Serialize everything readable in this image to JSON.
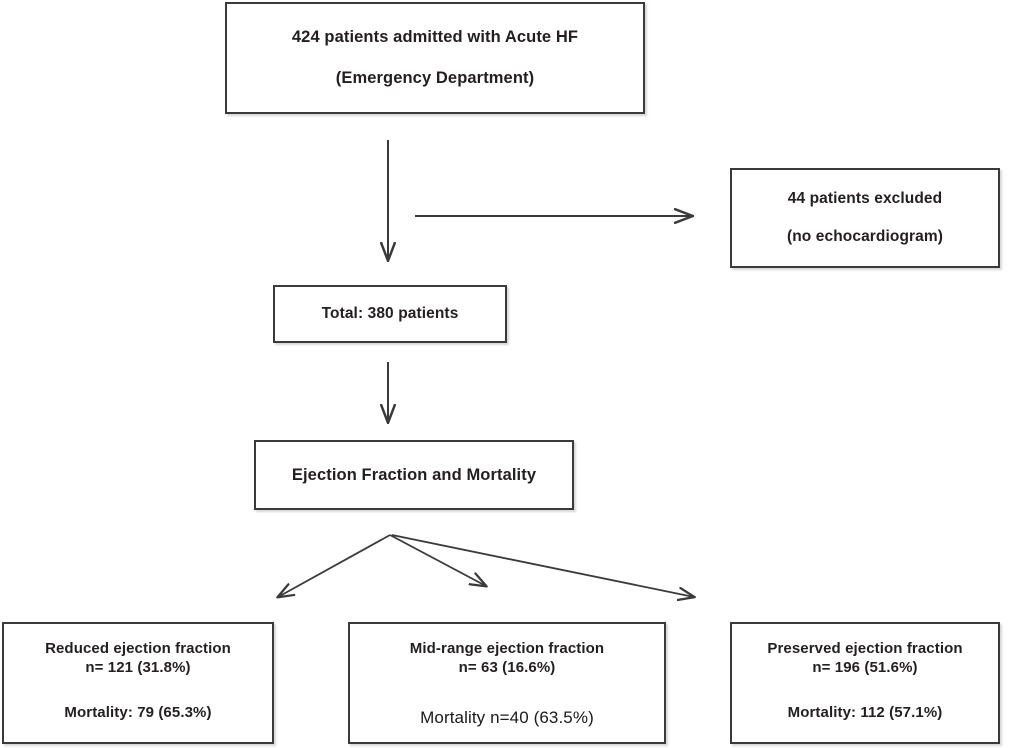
{
  "diagram": {
    "title": "Patient flow: Acute Heart Failure ejection fraction and mortality",
    "stroke_color": "#3a3a3a",
    "text_color": "#231f20",
    "background": "#ffffff",
    "nodes": {
      "admitted": {
        "line1": "424 patients admitted with Acute HF",
        "line2": "(Emergency Department)"
      },
      "excluded": {
        "line1": "44 patients excluded",
        "line2": "(no echocardiogram)"
      },
      "total": {
        "line1": "Total: 380 patients"
      },
      "ef_mortality": {
        "line1": "Ejection Fraction and Mortality"
      },
      "reduced": {
        "title": "Reduced ejection fraction",
        "count": "n= 121 (31.8%)",
        "mortality": "Mortality: 79 (65.3%)"
      },
      "midrange": {
        "title": "Mid-range ejection fraction",
        "count": "n= 63 (16.6%)",
        "mortality": "Mortality n=40 (63.5%)"
      },
      "preserved": {
        "title": "Preserved  ejection fraction",
        "count": "n= 196 (51.6%)",
        "mortality": "Mortality: 112 (57.1%)"
      }
    },
    "connectors": [
      {
        "name": "admitted-to-total-arrow",
        "type": "vertical-arrow",
        "from": [
          388,
          140
        ],
        "to": [
          388,
          260
        ]
      },
      {
        "name": "admitted-to-excluded-arrow",
        "type": "horizontal-arrow",
        "from": [
          415,
          216
        ],
        "to": [
          692,
          216
        ]
      },
      {
        "name": "total-to-ef-arrow",
        "type": "vertical-arrow",
        "from": [
          388,
          362
        ],
        "to": [
          388,
          422
        ]
      },
      {
        "name": "ef-to-reduced-arrow",
        "type": "diagonal-arrow",
        "from": [
          390,
          535
        ],
        "to": [
          278,
          597
        ]
      },
      {
        "name": "ef-to-midrange-arrow",
        "type": "diagonal-arrow",
        "from": [
          390,
          535
        ],
        "to": [
          486,
          586
        ]
      },
      {
        "name": "ef-to-preserved-arrow",
        "type": "diagonal-arrow",
        "from": [
          392,
          535
        ],
        "to": [
          694,
          597
        ]
      }
    ]
  }
}
